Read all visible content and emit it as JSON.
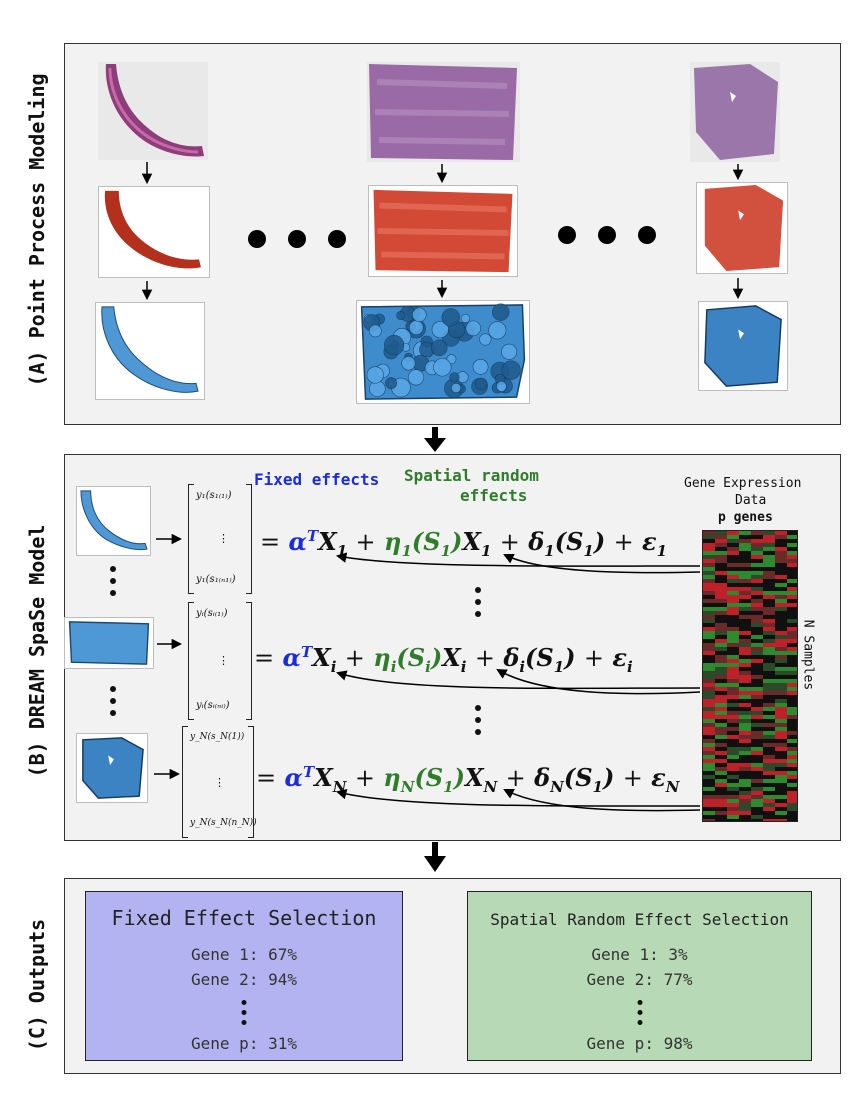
{
  "panels": {
    "a_label": "(A) Point Process Modeling",
    "b_label": "(B) DREAM SpaSe Model",
    "c_label": "(C) Outputs"
  },
  "model": {
    "fixed_header": "Fixed effects",
    "random_header_line1": "Spatial random",
    "random_header_line2": "effects",
    "gene_data_line1": "Gene Expression",
    "gene_data_line2": "Data",
    "p_genes": "p genes",
    "n_samples": "N Samples",
    "rows": [
      {
        "y_top": "y₁(s₁₍₁₎)",
        "y_bot": "y₁(s₁₍ₙ₁₎)",
        "idx": "1",
        "ridx": "1"
      },
      {
        "y_top": "yᵢ(sᵢ₍₁₎)",
        "y_bot": "yᵢ(sᵢ₍ₙᵢ₎)",
        "idx": "i",
        "ridx": "i"
      },
      {
        "y_top": "y_N(s_N(1))",
        "y_bot": "y_N(s_N(n_N))",
        "idx": "N",
        "ridx": "N"
      }
    ]
  },
  "outputs": {
    "fixed": {
      "title": "Fixed Effect Selection",
      "lines": [
        "Gene 1: 67%",
        "Gene 2: 94%",
        "Gene p: 31%"
      ],
      "color": "#b3b3f2"
    },
    "random": {
      "title": "Spatial Random Effect Selection",
      "lines": [
        "Gene 1:  3%",
        "Gene 2: 77%",
        "Gene p: 98%"
      ],
      "color": "#b7d9b5"
    }
  }
}
